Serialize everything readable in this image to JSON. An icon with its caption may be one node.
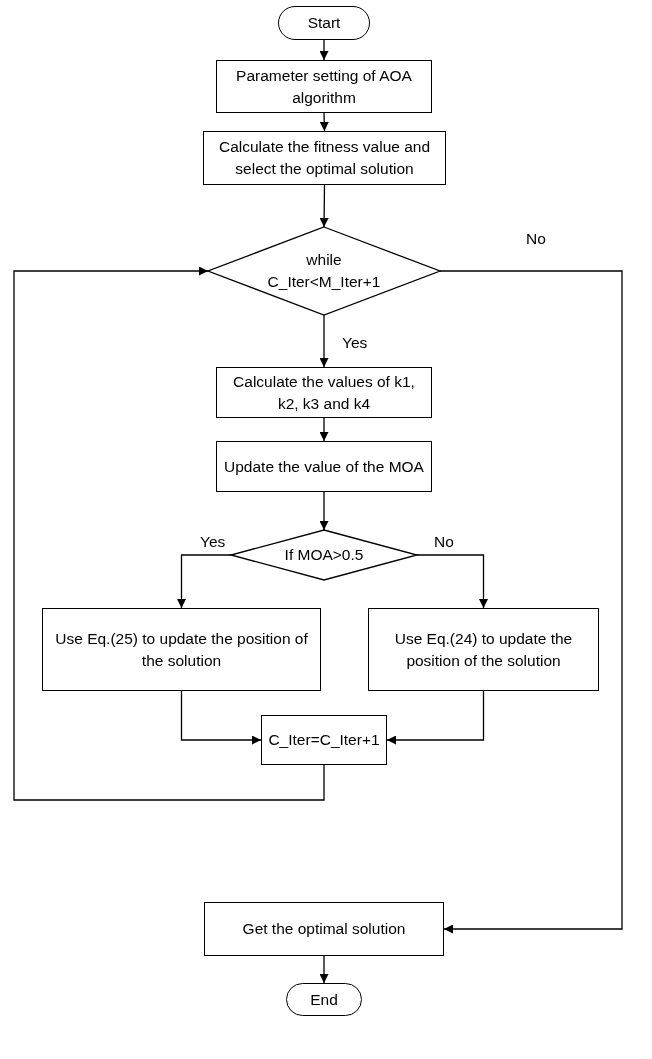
{
  "diagram": {
    "nodes": [
      {
        "text": [
          "Start"
        ]
      },
      {
        "text": [
          "Parameter setting of AOA algorithm"
        ]
      },
      {
        "text": [
          "Calculate the fitness value and select the optimal solution"
        ]
      },
      {
        "text": [
          "while C_Iter<M_Iter+1"
        ]
      },
      {
        "text": [
          "Calculate the values of k1, k2, k3 and k4"
        ]
      },
      {
        "text": [
          "Update the value of the MOA"
        ]
      },
      {
        "text": [
          "If MOA>0.5"
        ]
      },
      {
        "text": [
          "Use Eq.(25) to update the position of the solution"
        ]
      },
      {
        "text": [
          "Use Eq.(24) to update the position of the solution"
        ]
      },
      {
        "text": [
          "C_Iter=C_Iter+1"
        ]
      },
      {
        "text": [
          "Get the optimal solution"
        ]
      },
      {
        "text": [
          "End"
        ]
      }
    ],
    "edges": [
      {
        "from": 0,
        "to": 1,
        "arrow": "to"
      },
      {
        "from": 1,
        "to": 2,
        "arrow": "to"
      },
      {
        "from": 2,
        "to": 3,
        "arrow": "to"
      },
      {
        "from": 3,
        "to": 4,
        "arrow": "to",
        "label": "Yes"
      },
      {
        "from": 4,
        "to": 5,
        "arrow": "to"
      },
      {
        "from": 5,
        "to": 6,
        "arrow": "to"
      },
      {
        "from": 6,
        "to": 7,
        "arrow": "to",
        "label": "Yes"
      },
      {
        "from": 6,
        "to": 8,
        "arrow": "to",
        "label": "No"
      },
      {
        "from": 7,
        "to": 9,
        "arrow": "to"
      },
      {
        "from": 8,
        "to": 9,
        "arrow": "to"
      },
      {
        "from": 9,
        "to": 3,
        "arrow": "to"
      },
      {
        "from": 3,
        "to": 10,
        "arrow": "to",
        "label": "No"
      },
      {
        "from": 10,
        "to": 11,
        "arrow": "to"
      }
    ]
  }
}
